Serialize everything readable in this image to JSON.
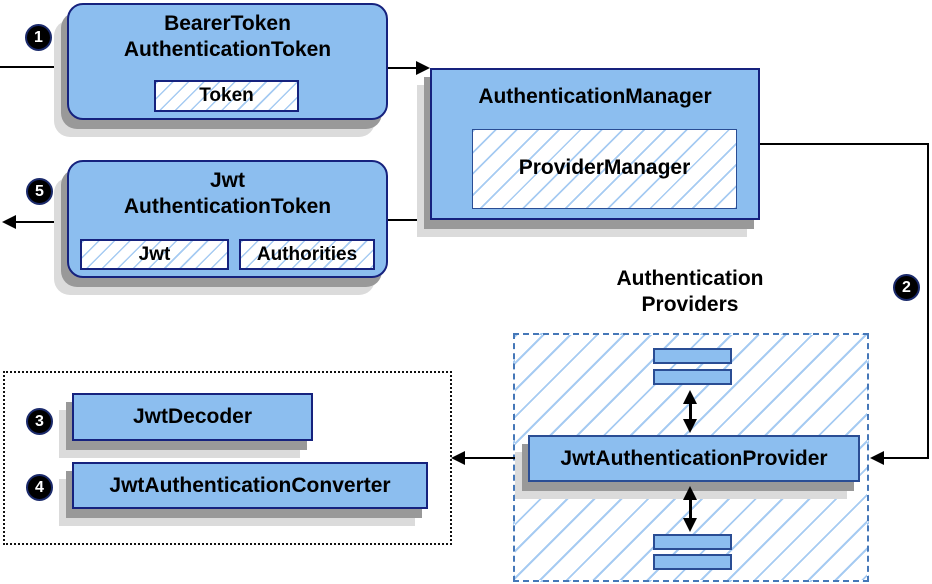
{
  "colors": {
    "box_fill": "#8CBEEF",
    "box_border": "#16227E",
    "rect_border": "#2A4D94",
    "hatch_line": "#A6CBF2",
    "dashed_border": "#4577B8",
    "dotted_border": "#111111",
    "shadow_dark": "#999999",
    "shadow_light": "#DBDBDB",
    "arrow_color": "#000000",
    "text_color": "#000000",
    "background": "#FFFFFF"
  },
  "steps": {
    "step1": "1",
    "step2": "2",
    "step3": "3",
    "step4": "4",
    "step5": "5"
  },
  "bearer_box": {
    "title": [
      "BearerToken",
      "AuthenticationToken"
    ],
    "chip": "Token"
  },
  "jwt_box": {
    "title": [
      "Jwt",
      "AuthenticationToken"
    ],
    "chips": [
      "Jwt",
      "Authorities"
    ]
  },
  "auth_manager_box": {
    "title": "AuthenticationManager",
    "chip": "ProviderManager"
  },
  "providers_group": {
    "label": [
      "Authentication",
      "Providers"
    ],
    "provider_box": "JwtAuthenticationProvider"
  },
  "converter_group": {
    "decoder_box": "JwtDecoder",
    "converter_box": "JwtAuthenticationConverter"
  }
}
